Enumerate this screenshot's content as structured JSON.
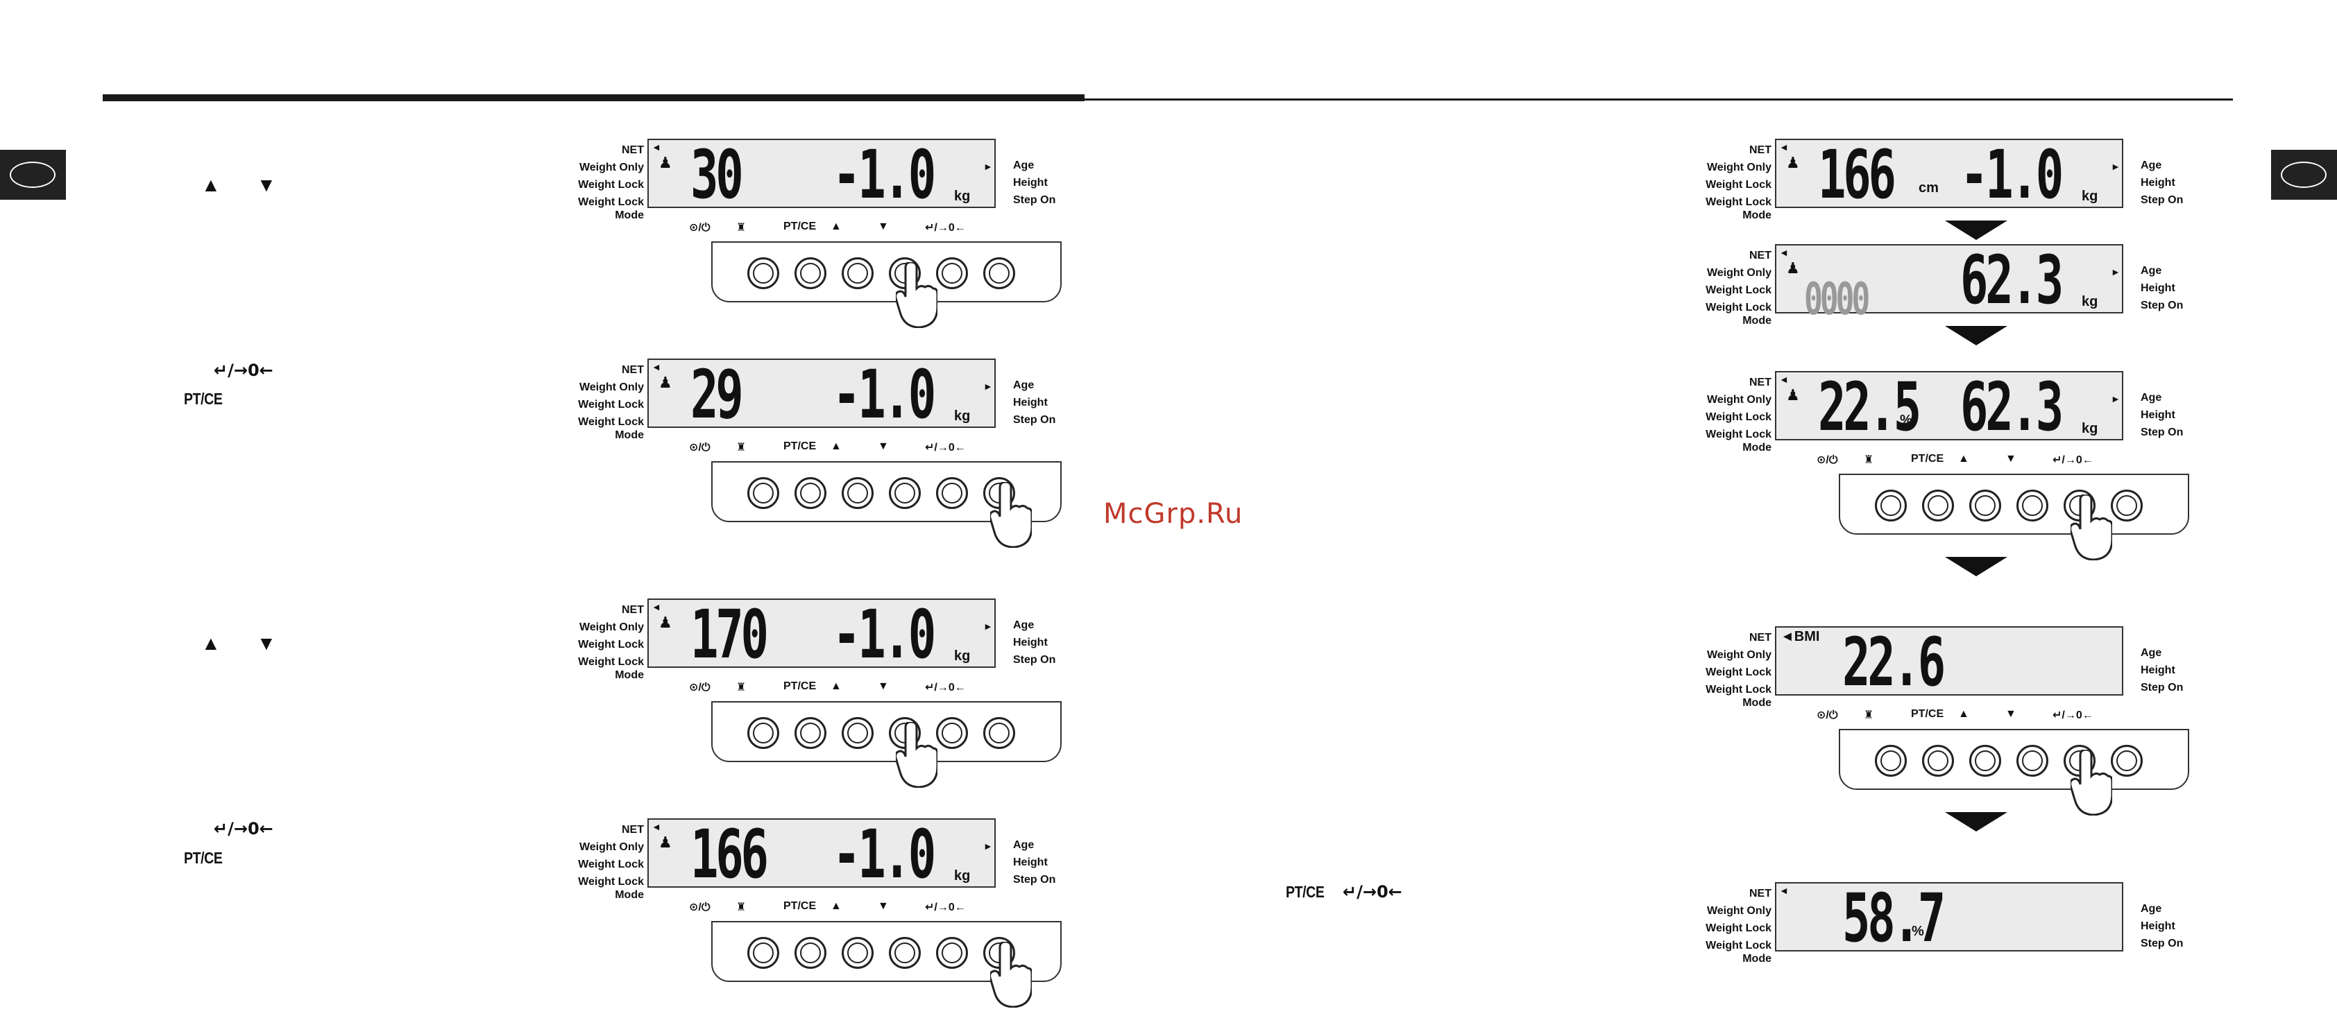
{
  "watermark": "McGrp.Ru",
  "labels": {
    "up": "▲",
    "down": "▼",
    "enter": "↵/→0←",
    "ptce": "PT/CE"
  },
  "lcd_side_left": [
    "NET",
    "Weight Only",
    "Weight Lock",
    "Weight Lock",
    "Mode"
  ],
  "lcd_side_right": [
    "Age",
    "Height",
    "Step On"
  ],
  "button_labels": [
    "⊙/⏻",
    "♜",
    "PT/CE",
    "▲",
    "▼",
    "↵/→0←"
  ],
  "displays": [
    {
      "id": "age-30",
      "main": "30",
      "tare": "-1.0",
      "unit": "kg"
    },
    {
      "id": "age-29",
      "main": "29",
      "tare": "-1.0",
      "unit": "kg"
    },
    {
      "id": "height-170",
      "main": "170",
      "tare": "-1.0",
      "unit": "kg"
    },
    {
      "id": "height-166",
      "main": "166",
      "tare": "-1.0",
      "unit": "kg"
    },
    {
      "id": "r-height-166",
      "main": "166",
      "main_unit": "cm",
      "tare": "-1.0",
      "unit": "kg"
    },
    {
      "id": "r-weigh",
      "main": "0000",
      "tare": "62.3",
      "unit": "kg"
    },
    {
      "id": "r-fat",
      "main": "22.5",
      "main_unit": "%",
      "tare": "62.3",
      "unit": "kg"
    },
    {
      "id": "r-bmi",
      "prefix": "◄BMI",
      "main": "22.6"
    },
    {
      "id": "r-water",
      "main": "58.7",
      "main_unit": "%"
    }
  ]
}
